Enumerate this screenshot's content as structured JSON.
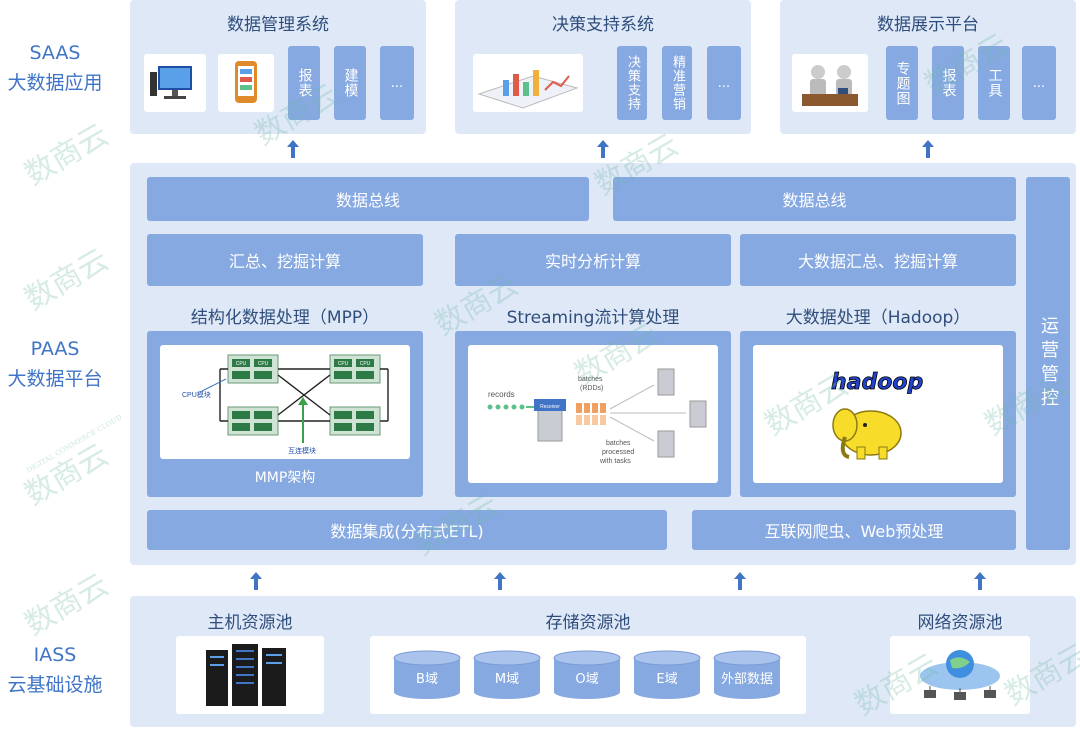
{
  "layers": {
    "saas": {
      "line1": "SAAS",
      "line2": "大数据应用"
    },
    "paas": {
      "line1": "PAAS",
      "line2": "大数据平台"
    },
    "iaas": {
      "line1": "IASS",
      "line2": "云基础设施"
    }
  },
  "saas": {
    "data_mgmt": {
      "title": "数据管理系统",
      "btns": [
        "报表",
        "建模",
        "..."
      ]
    },
    "decision": {
      "title": "决策支持系统",
      "btns": [
        "决策支持",
        "精准营销",
        "..."
      ]
    },
    "display": {
      "title": "数据展示平台",
      "btns": [
        "专题图",
        "报表",
        "工具",
        "..."
      ]
    }
  },
  "paas": {
    "bus_left": "数据总线",
    "bus_right": "数据总线",
    "compute": [
      "汇总、挖掘计算",
      "实时分析计算",
      "大数据汇总、挖掘计算"
    ],
    "proc_titles": [
      "结构化数据处理（MPP）",
      "Streaming流计算处理",
      "大数据处理（Hadoop）"
    ],
    "mpp": {
      "caption": "MMP架构",
      "cpu": "CPU",
      "cpu_module": "CPU模块",
      "interconnect": "互连模块"
    },
    "streaming": {
      "records": "records",
      "receiver": "Receiver",
      "batches_top": "batches",
      "batches_top2": "(RDDs)",
      "batches_bottom": "batches",
      "batches_bottom2": "processed",
      "batches_bottom3": "with tasks"
    },
    "hadoop": {
      "logo": "hadoop"
    },
    "etl": "数据集成(分布式ETL)",
    "crawler": "互联网爬虫、Web预处理",
    "ops": "运营管控"
  },
  "iaas": {
    "host": {
      "title": "主机资源池"
    },
    "storage": {
      "title": "存储资源池",
      "dbs": [
        "B域",
        "M域",
        "O域",
        "E域",
        "外部数据"
      ]
    },
    "network": {
      "title": "网络资源池"
    }
  },
  "watermark": {
    "text": "数商云",
    "sub": "DIGITAL COMMERCE CLOUD"
  },
  "colors": {
    "panel": "#dfe8f7",
    "bar": "#86a9e2",
    "label": "#3f74c7",
    "title": "#2f4e7c"
  }
}
